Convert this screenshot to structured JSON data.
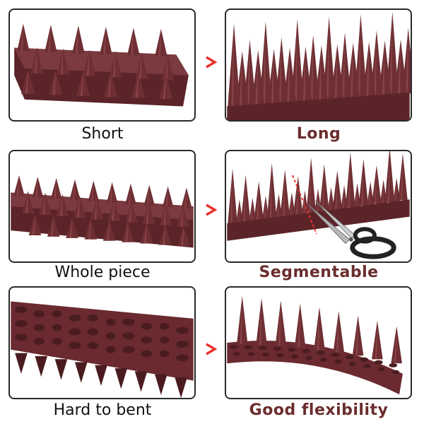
{
  "colors": {
    "spike": "#6e2f33",
    "spike_dark": "#4a1c20",
    "spike_light": "#a35a60",
    "arrow": "#e8322c",
    "caption_right": "#6b2d2d"
  },
  "rows": [
    {
      "left_caption": "Short",
      "right_caption": "Long"
    },
    {
      "left_caption": "Whole piece",
      "right_caption": "Segmentable"
    },
    {
      "left_caption": "Hard to bent",
      "right_caption": "Good flexibility"
    }
  ],
  "arrow_glyph": ">",
  "icons": {
    "comparison": "greater-than-arrow-icon",
    "tool": "scissors-icon"
  }
}
